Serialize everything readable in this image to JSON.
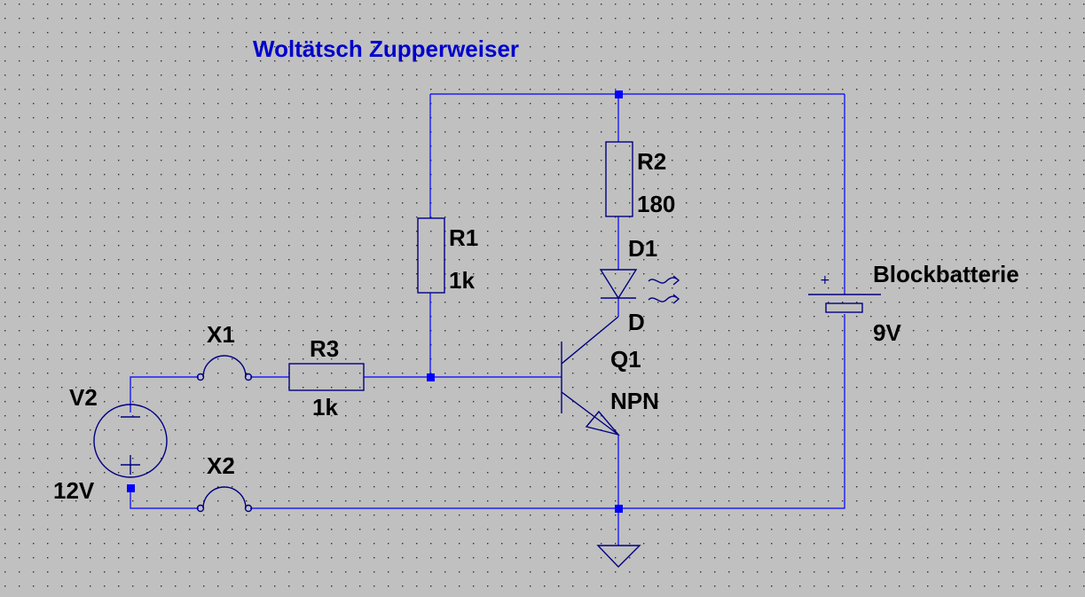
{
  "title": "Woltätsch Zupperweiser",
  "components": {
    "V2": {
      "name": "V2",
      "value": "12V",
      "plus": "+",
      "minus": "−"
    },
    "X1": {
      "name": "X1"
    },
    "X2": {
      "name": "X2"
    },
    "R1": {
      "name": "R1",
      "value": "1k"
    },
    "R2": {
      "name": "R2",
      "value": "180"
    },
    "R3": {
      "name": "R3",
      "value": "1k"
    },
    "D1": {
      "name": "D1",
      "value": "D"
    },
    "Q1": {
      "name": "Q1",
      "value": "NPN"
    },
    "battery": {
      "name": "Blockbatterie",
      "value": "9V",
      "plus": "+"
    }
  },
  "colors": {
    "background": "#c0c0c0",
    "wire": "#0000ff",
    "symbol": "#000080",
    "title": "#0000cc",
    "label": "#000000",
    "grid_dot": "#303030"
  }
}
